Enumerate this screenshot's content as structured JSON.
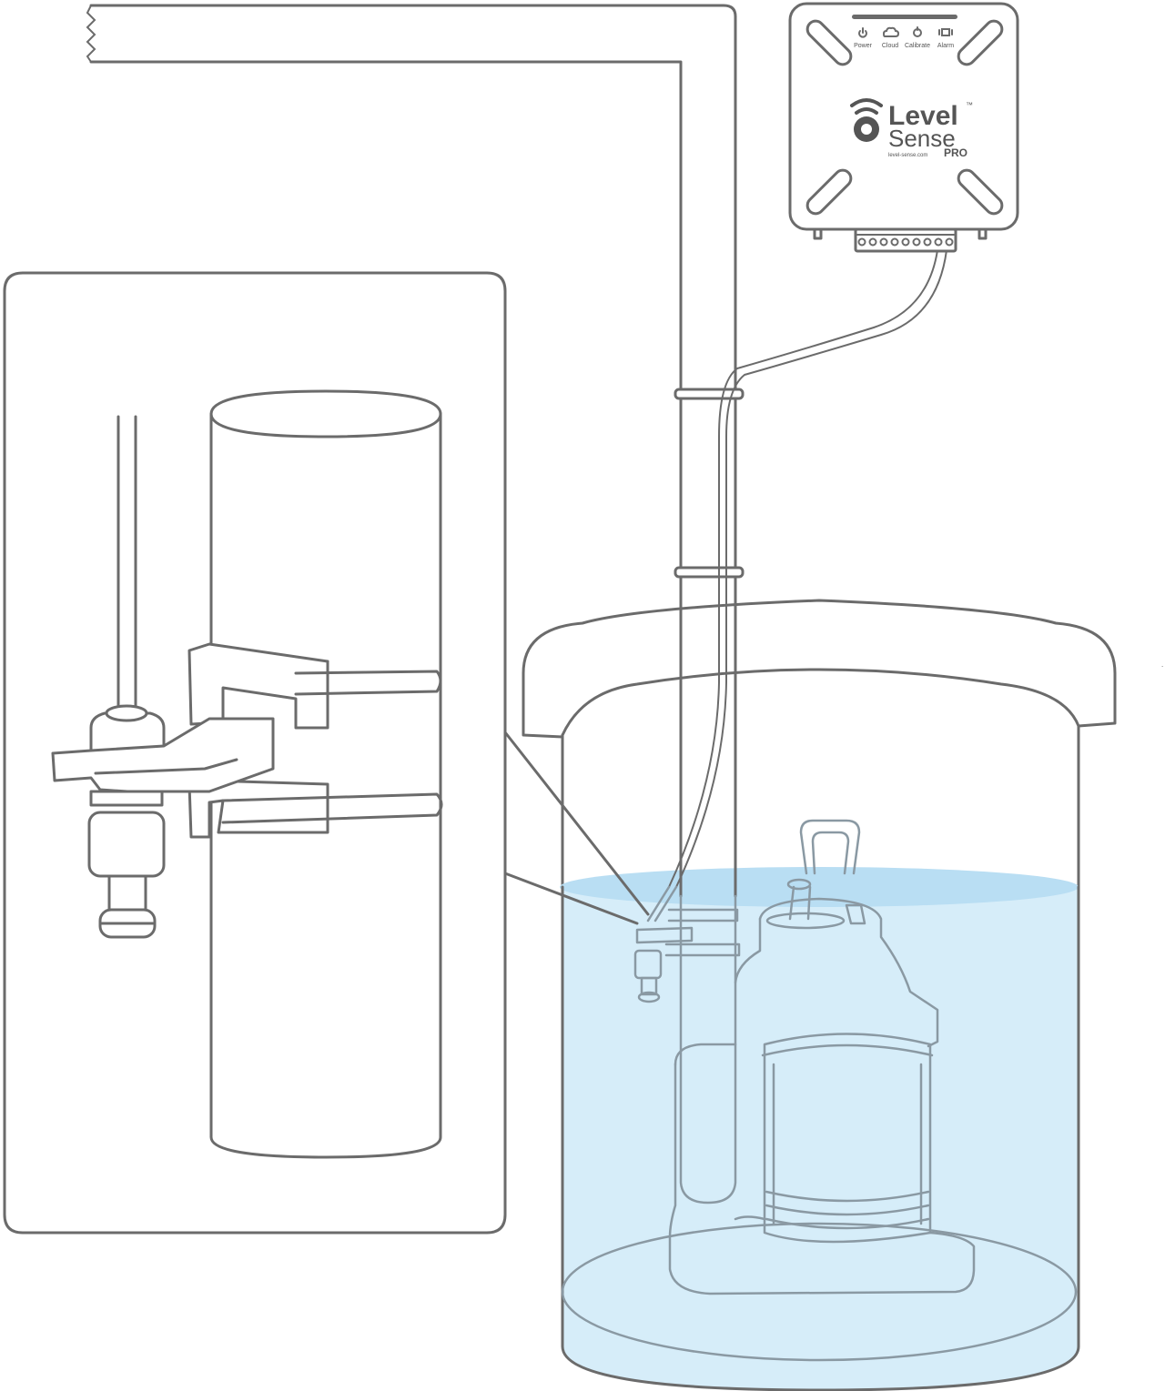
{
  "device": {
    "brand_line1": "Level",
    "brand_line2": "Sense",
    "trademark": "™",
    "model": "PRO",
    "website": "level-sense.com",
    "indicators": [
      {
        "label": "Power",
        "icon": "power-icon"
      },
      {
        "label": "Cloud",
        "icon": "cloud-icon"
      },
      {
        "label": "Calibrate",
        "icon": "calibrate-icon"
      },
      {
        "label": "Alarm",
        "icon": "alarm-icon"
      }
    ]
  },
  "colors": {
    "line": "#6b6b6b",
    "water_fill": "#d6edf9",
    "water_surface": "#b9def3",
    "submerged_line": "#8a99a3",
    "background": "#ffffff"
  }
}
